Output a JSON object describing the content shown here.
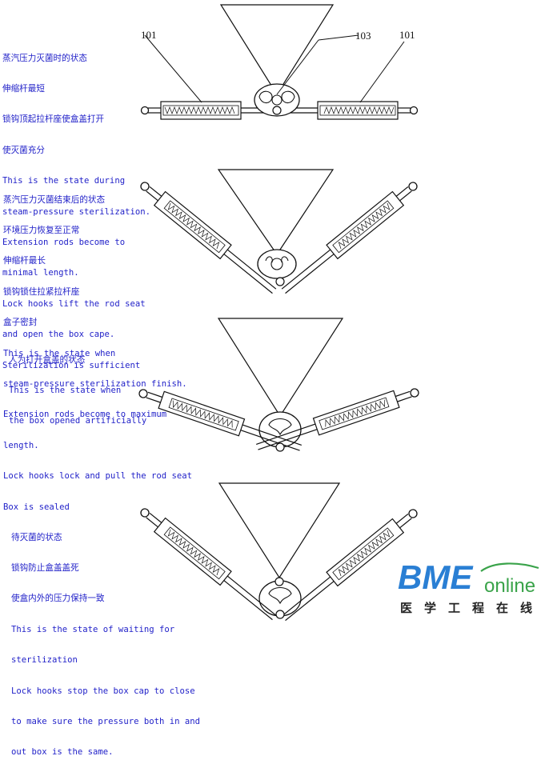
{
  "panels": [
    {
      "lines": [
        "蒸汽压力灭菌时的状态",
        "伸缩杆最短",
        "锁钩顶起拉杆座使盒盖打开",
        "使灭菌充分",
        "This is the state during",
        "steam-pressure sterilization.",
        "Extension rods become to",
        "minimal length.",
        "Lock hooks lift the rod seat",
        "and open the box cape.",
        "Sterilization is sufficient"
      ]
    },
    {
      "lines": [
        "蒸汽压力灭菌结束后的状态",
        "环境压力恢复至正常",
        "伸缩杆最长",
        "锁钩锁住拉紧拉杆座",
        "盒子密封",
        "This is the state when",
        "steam-pressure sterilization finish.",
        "Extension rods become to maximum",
        "length.",
        "Lock hooks lock and pull the rod seat",
        "Box is sealed"
      ]
    },
    {
      "lines": [
        "人为打开盒盖的状态",
        "This is the state when",
        "the box opened artificially"
      ]
    },
    {
      "lines": [
        "待灭菌的状态",
        "锁钩防止盒盖盖死",
        "使盒内外的压力保持一致",
        "This is the state of waiting for",
        "sterilization",
        "Lock hooks stop the box cap to close",
        "to make sure the pressure both in and",
        "out box is the same."
      ]
    }
  ],
  "reference_numbers": {
    "left": "101",
    "center": "103",
    "right": "101"
  },
  "logo": {
    "brand_blue": "BME",
    "brand_green": "online",
    "chinese": "医学工程在线"
  },
  "colors": {
    "caption": "#1f1fc8",
    "line": "#111111",
    "logo_blue": "#2a7fd4",
    "logo_green": "#3aa34a"
  }
}
